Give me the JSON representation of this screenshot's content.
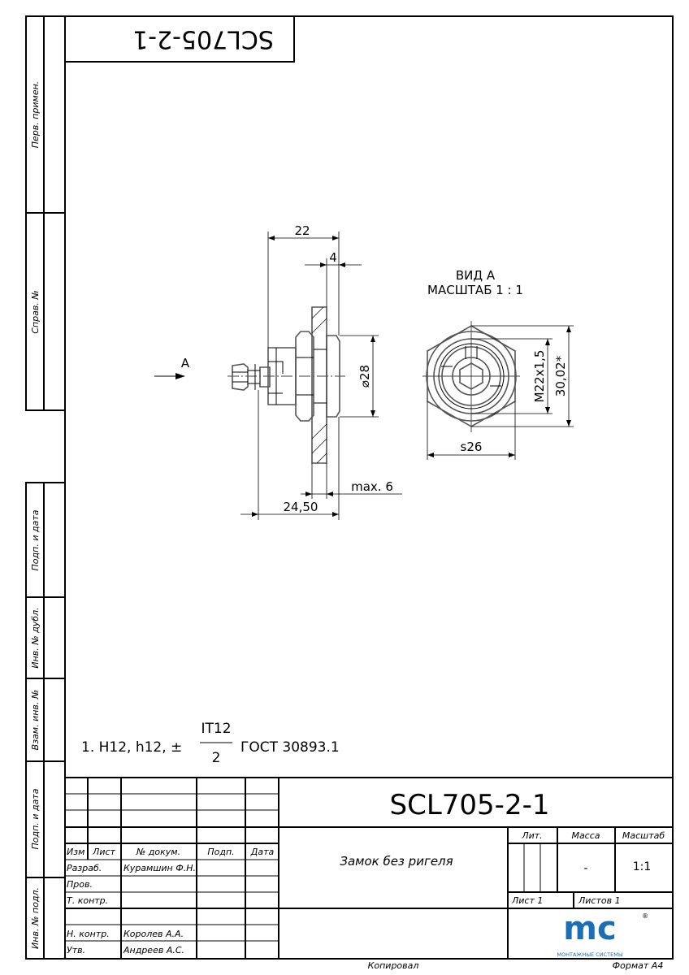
{
  "header_box": {
    "designation_rotated": "SCL705-2-1"
  },
  "side_strip": {
    "perv_primen": "Перв. примен.",
    "sprav_no": "Справ. №",
    "podp_data_1": "Подп. и дата",
    "inv_dubl": "Инв. № дубл.",
    "vzam_inv": "Взам. инв. №",
    "podp_data_2": "Подп. и дата",
    "inv_podl": "Инв. № подл."
  },
  "drawing": {
    "view_arrow_label": "A",
    "dim_22": "22",
    "dim_4": "4",
    "dim_d28": "⌀28",
    "dim_max6": "max. 6",
    "dim_2450": "24,50",
    "view_title": "ВИД А",
    "view_scale": "МАСШТАБ 1 : 1",
    "dim_m22": "M22x1,5",
    "dim_3002": "30,02*",
    "dim_s26": "s26"
  },
  "notes": {
    "prefix": "1. H12, h12, ±",
    "numerator": "IT12",
    "denominator": "2",
    "suffix": "ГОСТ 30893.1"
  },
  "title_block": {
    "designation": "SCL705-2-1",
    "name": "Замок без ригеля",
    "headers": {
      "izm": "Изм",
      "list": "Лист",
      "doc_no": "№ докум.",
      "podp": "Подп.",
      "data": "Дата"
    },
    "roles": [
      {
        "role": "Разраб.",
        "person": "Курамшин Ф.Н."
      },
      {
        "role": "Пров.",
        "person": ""
      },
      {
        "role": "Т. контр.",
        "person": ""
      },
      {
        "role": "",
        "person": ""
      },
      {
        "role": "Н. контр.",
        "person": "Королев А.А."
      },
      {
        "role": "Утв.",
        "person": "Андреев А.С."
      }
    ],
    "lit_label": "Лит.",
    "mass_label": "Масса",
    "scale_label": "Масштаб",
    "mass_value": "-",
    "scale_value": "1:1",
    "sheet": "Лист 1",
    "sheets": "Листов 1",
    "logo": {
      "letters": "mc",
      "caption": "МОНТАЖНЫЕ СИСТЕМЫ",
      "registered": "®",
      "color": "#1a6fb5"
    }
  },
  "footer": {
    "copied": "Копировал",
    "format": "Формат A4"
  }
}
